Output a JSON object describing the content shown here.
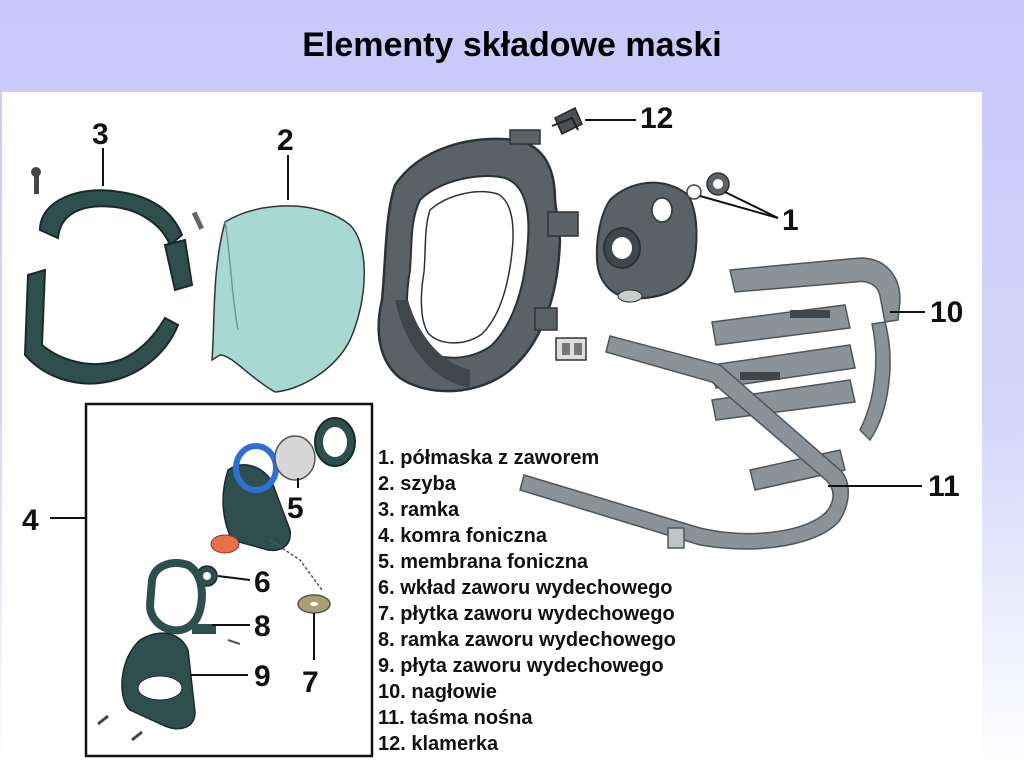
{
  "title": "Elementy składowe maski",
  "part_numbers": {
    "n1": "1",
    "n2": "2",
    "n3": "3",
    "n4": "4",
    "n5": "5",
    "n6": "6",
    "n7": "7",
    "n8": "8",
    "n9": "9",
    "n10": "10",
    "n11": "11",
    "n12": "12"
  },
  "legend": [
    "1. półmaska z zaworem",
    "2. szyba",
    "3. ramka",
    "4. komra foniczna",
    "5. membrana foniczna",
    "6. wkład zaworu wydechowego",
    "7. płytka zaworu wydechowego",
    "8. ramka zaworu wydechowego",
    "9. płyta zaworu wydechowego",
    "10. nagłowie",
    "11. taśma nośna",
    "12. klamerka"
  ],
  "colors": {
    "mask_gray": "#5a6266",
    "mask_dark": "#2c3336",
    "frame_teal": "#2f4f4f",
    "visor_fill": "#a8d8d4",
    "strap_gray": "#8c9398",
    "blue_ring": "#2f6fd6",
    "orange_disc": "#e8704a",
    "olive_disc": "#a8a070"
  }
}
